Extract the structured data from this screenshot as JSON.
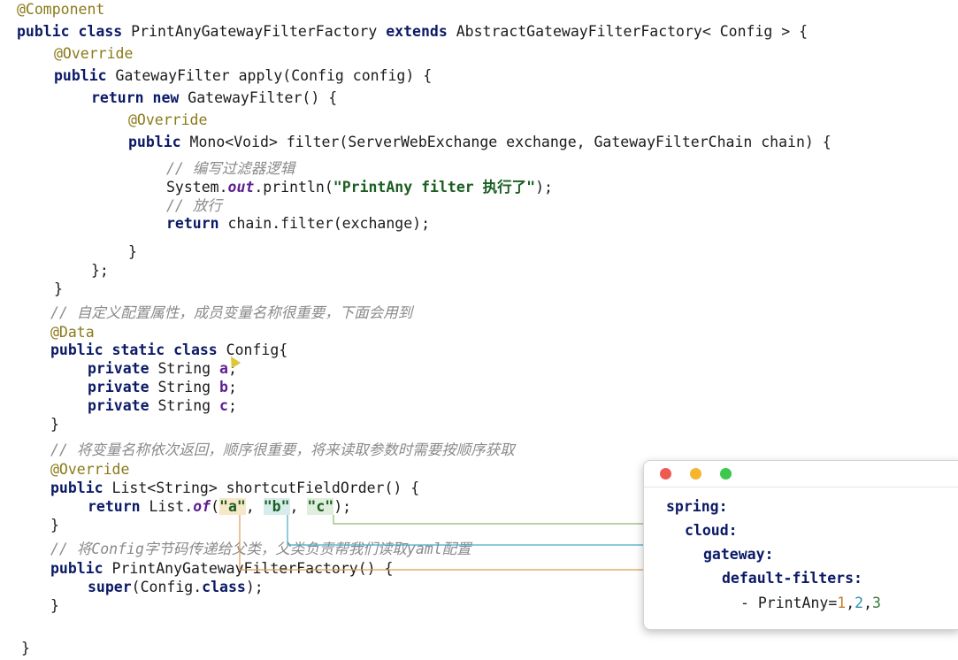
{
  "code": {
    "l1": {
      "ann": "@Component"
    },
    "l2": {
      "k1": "public class",
      "t1": " PrintAnyGatewayFilterFactory ",
      "k2": "extends",
      "t2": " AbstractGatewayFilterFactory< Config > {"
    },
    "l3": {
      "ann": "@Override"
    },
    "l4": {
      "k1": "public",
      "t1": " GatewayFilter apply(Config config) {"
    },
    "l5": {
      "k1": "return new",
      "t1": " GatewayFilter() {"
    },
    "l6": {
      "ann": "@Override"
    },
    "l7": {
      "k1": "public",
      "t1": " Mono<Void> filter(ServerWebExchange exchange, GatewayFilterChain chain) {"
    },
    "l8": {
      "cm": "// 编写过滤器逻辑"
    },
    "l9": {
      "t1": "System.",
      "it": "out",
      "t2": ".println(",
      "str": "\"PrintAny filter 执行了\"",
      "t3": ");"
    },
    "l10": {
      "cm": "// 放行"
    },
    "l11": {
      "k1": "return",
      "t1": " chain.filter(exchange);"
    },
    "l12": {
      "t1": "}"
    },
    "l13": {
      "t1": "};"
    },
    "l14": {
      "t1": "}"
    },
    "l15": {
      "cm": "// 自定义配置属性，成员变量名称很重要，下面会用到"
    },
    "l16": {
      "ann": "@Data"
    },
    "l17": {
      "k1": "public static class",
      "t1": " Config{"
    },
    "l18": {
      "k1": "private",
      "t1": " String ",
      "f": "a",
      "t2": ";"
    },
    "l19": {
      "k1": "private",
      "t1": " String ",
      "f": "b",
      "t2": ";"
    },
    "l20": {
      "k1": "private",
      "t1": " String ",
      "f": "c",
      "t2": ";"
    },
    "l21": {
      "t1": "}"
    },
    "l22": {
      "cm": "// 将变量名称依次返回，顺序很重要，将来读取参数时需要按顺序获取"
    },
    "l23": {
      "ann": "@Override"
    },
    "l24": {
      "k1": "public",
      "t1": " List<String> shortcutFieldOrder() {"
    },
    "l25": {
      "k1": "return",
      "t1": " List.",
      "it": "of",
      "t2": "(",
      "s1": "\"a\"",
      "t3": ", ",
      "s2": "\"b\"",
      "t4": ", ",
      "s3": "\"c\"",
      "t5": ");"
    },
    "l26": {
      "t1": "}"
    },
    "l27": {
      "cm": "// 将Config字节码传递给父类，父类负责帮我们读取yaml配置"
    },
    "l28": {
      "k1": "public",
      "t1": " PrintAnyGatewayFilterFactory() {"
    },
    "l29": {
      "k1": "super",
      "t1": "(Config.",
      "k2": "class",
      "t2": ");"
    },
    "l30": {
      "t1": "}"
    },
    "l31": {
      "t1": "}"
    }
  },
  "yaml": {
    "spring": "spring:",
    "cloud": "cloud:",
    "gateway": "gateway:",
    "default_filters": "default-filters:",
    "item_prefix": "- PrintAny=",
    "v1": "1",
    "comma1": ",",
    "v2": "2",
    "comma2": ",",
    "v3": "3"
  },
  "colors": {
    "arrow_a": "#e09a55",
    "arrow_b": "#4aa8c8",
    "arrow_c": "#8dba6a"
  }
}
